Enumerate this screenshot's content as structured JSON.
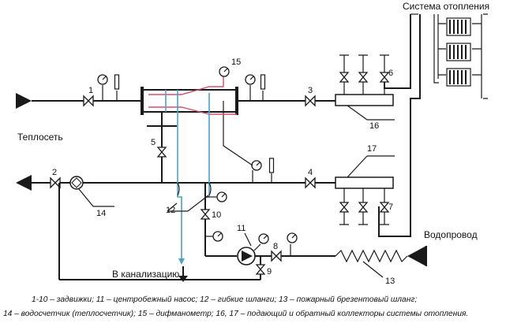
{
  "labels": {
    "heating_system": "Система отопления",
    "heat_network": "Теплосеть",
    "water_supply": "Водопровод",
    "sewer": "В канализацию"
  },
  "numbers": {
    "n1": "1",
    "n2": "2",
    "n3": "3",
    "n4": "4",
    "n5": "5",
    "n6": "6",
    "n7": "7",
    "n8": "8",
    "n9": "9",
    "n10": "10",
    "n11": "11",
    "n12": "12",
    "n13": "13",
    "n14": "14",
    "n15": "15",
    "n16": "16",
    "n17": "17"
  },
  "caption": {
    "line1": "1-10 – задвижки; 11 – центробежный насос; 12 – гибкие шланги; 13 – пожарный брезентовый шланг;",
    "line2": "14 – водосчетчик (теплосчетчик); 15 – дифманометр; 16, 17 – подающий и обратный коллекторы системы отопления."
  },
  "colors": {
    "pipe": "#1a1a1a",
    "hose_blue": "#4ba3c7",
    "hose_red": "#d0506b"
  }
}
